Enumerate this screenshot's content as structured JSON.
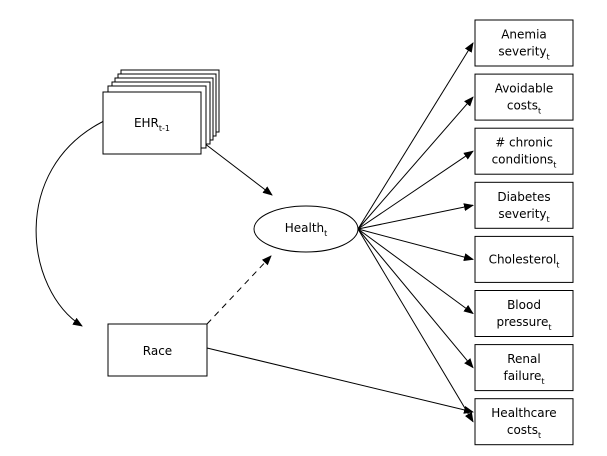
{
  "nodes": {
    "ehr": {
      "text": "EHR",
      "sub": "t-1"
    },
    "race": {
      "text": "Race"
    },
    "health": {
      "text": "Health",
      "sub": "t"
    },
    "outcomes": [
      {
        "lines": [
          "Anemia",
          "severity"
        ],
        "sub": "t"
      },
      {
        "lines": [
          "Avoidable",
          "costs"
        ],
        "sub": "t"
      },
      {
        "lines": [
          "# chronic",
          "conditions"
        ],
        "sub": "t"
      },
      {
        "lines": [
          "Diabetes",
          "severity"
        ],
        "sub": "t"
      },
      {
        "lines": [
          "Cholesterol"
        ],
        "sub": "t"
      },
      {
        "lines": [
          "Blood",
          "pressure"
        ],
        "sub": "t"
      },
      {
        "lines": [
          "Renal",
          "failure"
        ],
        "sub": "t"
      },
      {
        "lines": [
          "Healthcare",
          "costs"
        ],
        "sub": "t"
      }
    ]
  }
}
